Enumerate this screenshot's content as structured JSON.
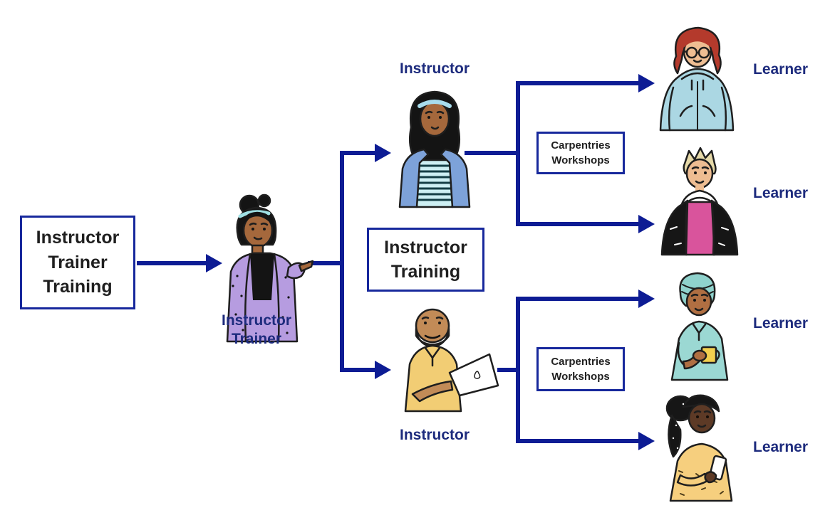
{
  "diagram_title": "The Carpentries training pathway diagram",
  "colors": {
    "background": "#ffffff",
    "connector_line": "#0d1c94",
    "box_border": "#17289c",
    "box_text": "#1f1f1f",
    "label_text": "#1d2b7d"
  },
  "boxes": {
    "instructor_trainer_training": "Instructor\nTrainer\nTraining",
    "instructor_training": "Instructor\nTraining",
    "carpentries_workshops_top": "Carpentries\nWorkshops",
    "carpentries_workshops_bottom": "Carpentries\nWorkshops"
  },
  "labels": {
    "instructor_trainer": "Instructor\nTrainer",
    "instructor_top": "Instructor",
    "instructor_bottom": "Instructor",
    "learner_1": "Learner",
    "learner_2": "Learner",
    "learner_3": "Learner",
    "learner_4": "Learner"
  },
  "figures": {
    "instructor_trainer": "person-pointing-purple-cardigan-icon",
    "instructor_top": "person-hijab-blue-blazer-icon",
    "instructor_bottom": "person-beard-laptop-icon",
    "learner_1": "person-red-hair-glasses-hoodie-icon",
    "learner_2": "person-blond-black-jacket-icon",
    "learner_3": "person-teal-turban-mug-icon",
    "learner_4": "person-ponytail-phone-icon"
  }
}
